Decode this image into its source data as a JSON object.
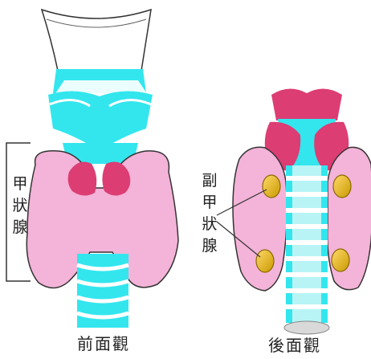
{
  "labels": {
    "thyroid": "甲狀腺",
    "parathyroid": "副甲狀腺",
    "front_view": "前面觀",
    "back_view": "後面觀"
  },
  "colors": {
    "thyroid_pink": "#f4b3d8",
    "cartilage_cyan": "#33e6ee",
    "gland_magenta": "#dc3d72",
    "parathyroid_gold": "#e2b300",
    "outline": "#333333"
  }
}
